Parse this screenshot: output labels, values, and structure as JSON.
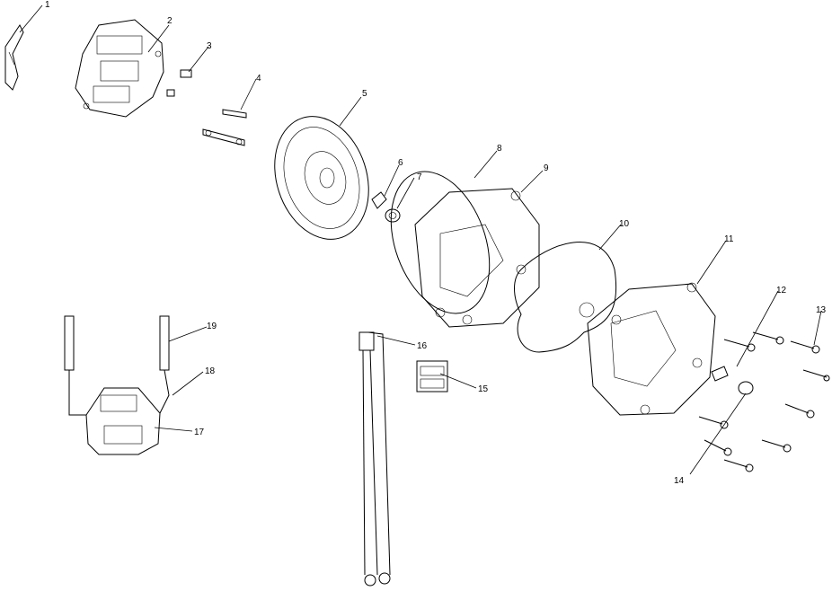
{
  "diagram": {
    "callouts": [
      {
        "id": "1",
        "text": "1"
      },
      {
        "id": "2",
        "text": "2"
      },
      {
        "id": "3",
        "text": "3"
      },
      {
        "id": "4",
        "text": "4"
      },
      {
        "id": "5",
        "text": "5"
      },
      {
        "id": "6",
        "text": "6"
      },
      {
        "id": "7",
        "text": "7"
      },
      {
        "id": "8",
        "text": "8"
      },
      {
        "id": "9",
        "text": "9"
      },
      {
        "id": "10",
        "text": "10"
      },
      {
        "id": "11",
        "text": "11"
      },
      {
        "id": "12",
        "text": "12"
      },
      {
        "id": "13",
        "text": "13"
      },
      {
        "id": "14",
        "text": "14"
      },
      {
        "id": "15",
        "text": "15"
      },
      {
        "id": "16",
        "text": "16"
      },
      {
        "id": "17",
        "text": "17"
      },
      {
        "id": "18",
        "text": "18"
      },
      {
        "id": "19",
        "text": "19"
      }
    ]
  }
}
